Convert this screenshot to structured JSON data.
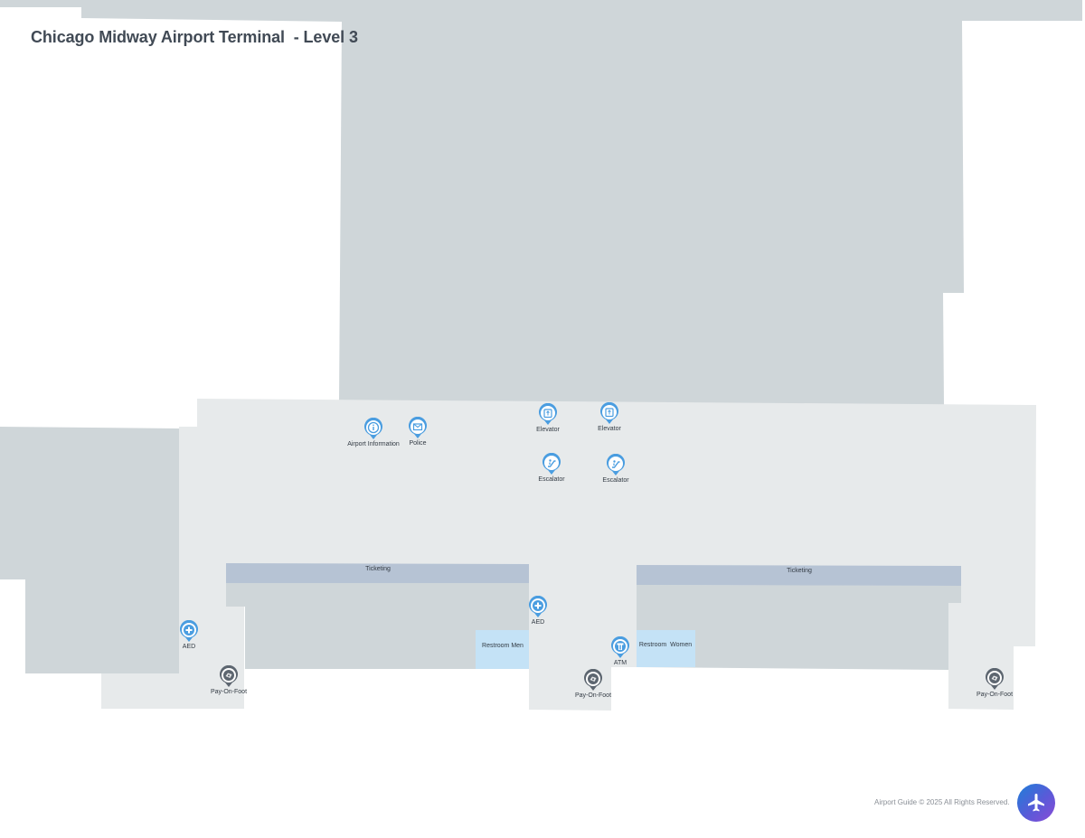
{
  "header": {
    "title": "Chicago Midway Airport Terminal  - Level 3"
  },
  "colors": {
    "background": "#ffffff",
    "building_dark": "#cfd6d9",
    "walkway": "#e7eaeb",
    "ticketing": "#b6c3d4",
    "restroom": "#c4e2f6",
    "poi_blue": "#4a9de0",
    "poi_gray": "#5d6670"
  },
  "areas": [
    {
      "id": "ticketing-west",
      "label": "Ticketing"
    },
    {
      "id": "ticketing-east",
      "label": "Ticketing"
    },
    {
      "id": "restroom-men",
      "label": "Restroom Men"
    },
    {
      "id": "restroom-women",
      "label": "Restroom  Women"
    }
  ],
  "pois": [
    {
      "label": "Airport Information",
      "icon": "info-icon"
    },
    {
      "label": "Police",
      "icon": "police-mail-icon"
    },
    {
      "label": "Elevator",
      "icon": "elevator-icon"
    },
    {
      "label": "Elevator",
      "icon": "elevator-icon"
    },
    {
      "label": "Escalator",
      "icon": "escalator-icon"
    },
    {
      "label": "Escalator",
      "icon": "escalator-icon"
    },
    {
      "label": "AED",
      "icon": "aed-plus-icon"
    },
    {
      "label": "AED",
      "icon": "aed-plus-icon"
    },
    {
      "label": "ATM",
      "icon": "atm-icon"
    },
    {
      "label": "Pay-On-Foot",
      "icon": "pay-on-foot-icon"
    },
    {
      "label": "Pay-On-Foot",
      "icon": "pay-on-foot-icon"
    },
    {
      "label": "Pay-On-Foot",
      "icon": "pay-on-foot-icon"
    }
  ],
  "footer": {
    "copyright": "Airport Guide © 2025 All Rights Reserved.",
    "logo_icon": "airplane-icon"
  }
}
